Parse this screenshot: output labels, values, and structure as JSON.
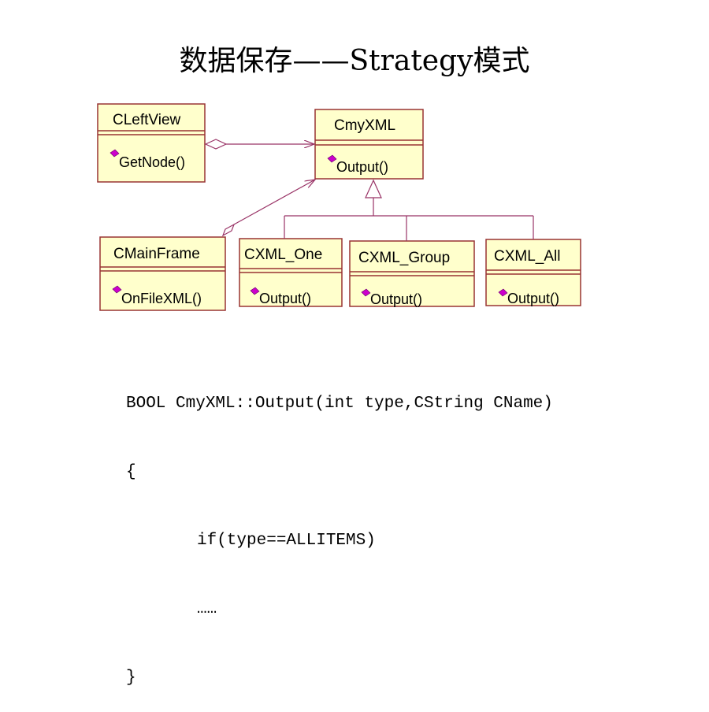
{
  "title": "数据保存——Strategy模式",
  "colors": {
    "class_fill": "#ffffcc",
    "class_border": "#993333",
    "line": "#993366",
    "method_marker": "#cc00cc"
  },
  "classes": {
    "cleftview": {
      "name": "CLeftView",
      "method": "GetNode()"
    },
    "cmyxml": {
      "name": "CmyXML",
      "method": "Output()"
    },
    "cmainframe": {
      "name": "CMainFrame",
      "method": "OnFileXML()"
    },
    "cxml_one": {
      "name": "CXML_One",
      "method": "Output()"
    },
    "cxml_group": {
      "name": "CXML_Group",
      "method": "Output()"
    },
    "cxml_all": {
      "name": "CXML_All",
      "method": "Output()"
    }
  },
  "code": {
    "line1": "BOOL CmyXML::Output(int type,CString CName)",
    "line2": "{",
    "line3": "if(type==ALLITEMS)",
    "line4": "……",
    "line5": "}"
  }
}
